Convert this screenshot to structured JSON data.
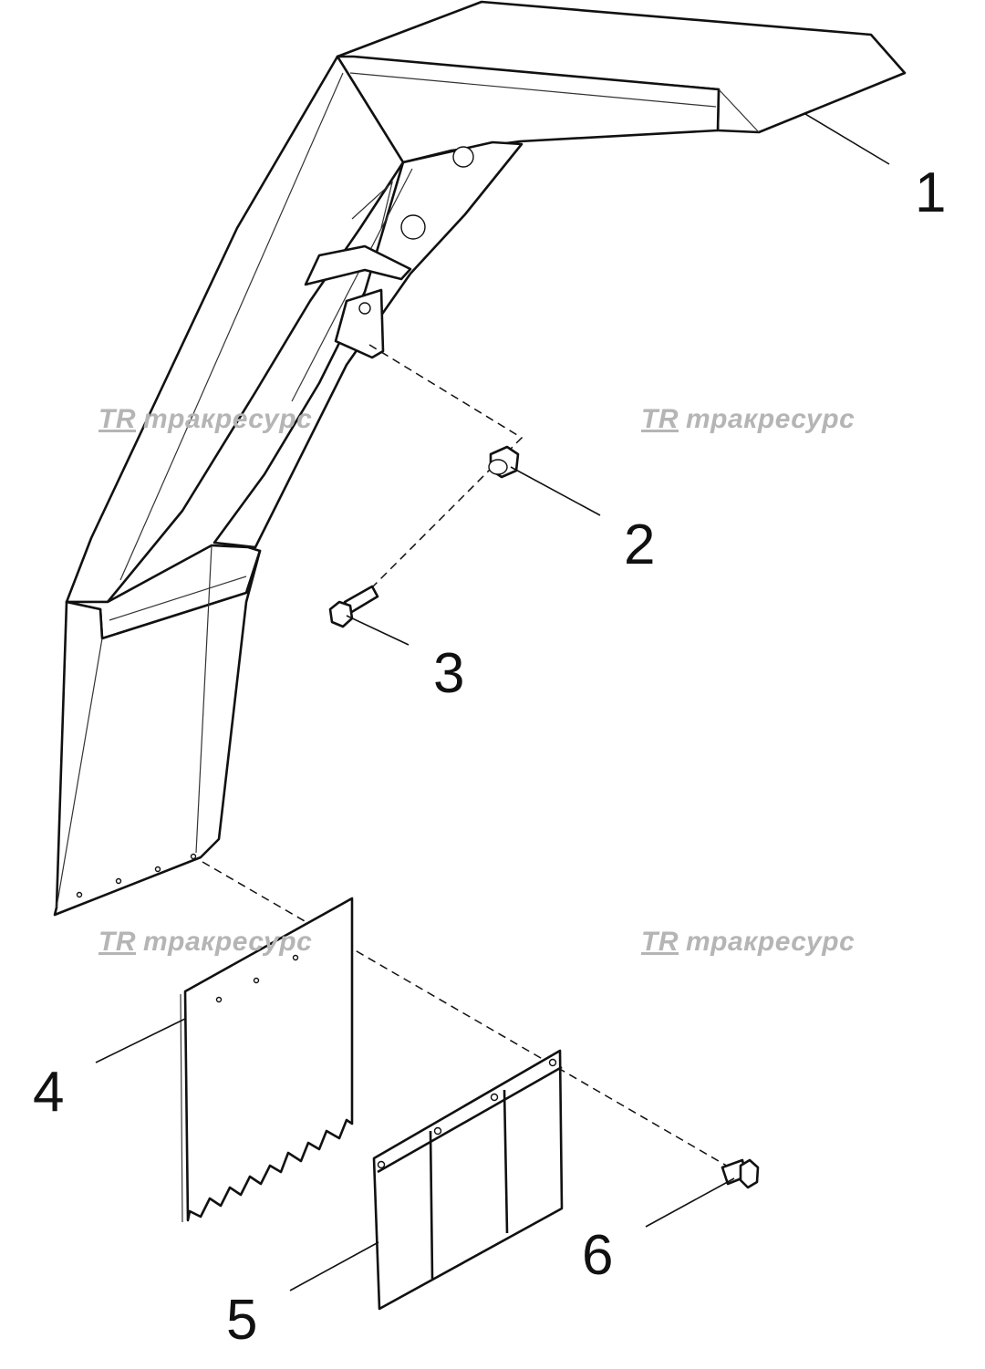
{
  "callouts": [
    {
      "id": "1",
      "label": "1"
    },
    {
      "id": "2",
      "label": "2"
    },
    {
      "id": "3",
      "label": "3"
    },
    {
      "id": "4",
      "label": "4"
    },
    {
      "id": "5",
      "label": "5"
    },
    {
      "id": "6",
      "label": "6"
    }
  ],
  "watermark": {
    "logo": "TR",
    "text": "тракресурс"
  }
}
